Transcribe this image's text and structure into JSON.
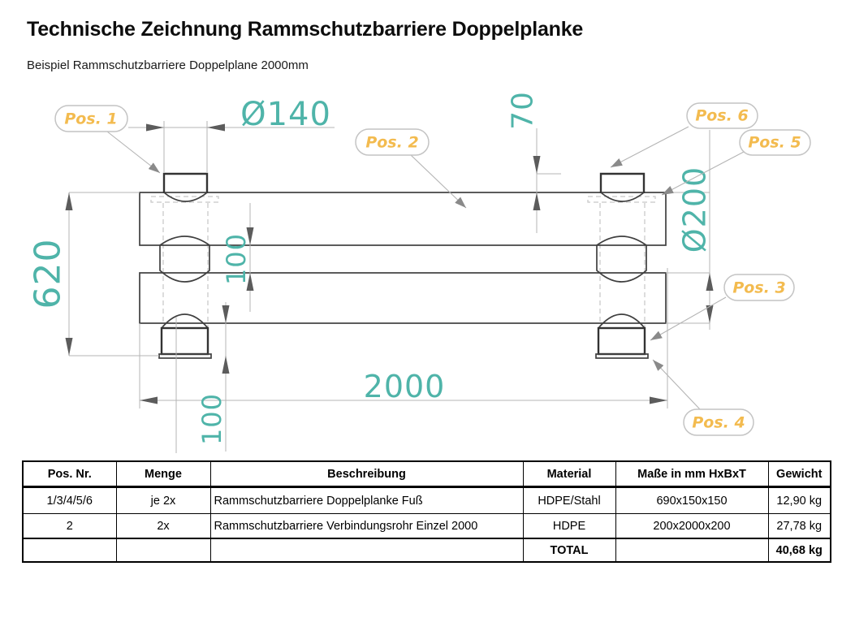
{
  "page": {
    "title": "Technische Zeichnung Rammschutzbarriere Doppelplanke",
    "subtitle": "Beispiel Rammschutzbarriere Doppelplane 2000mm"
  },
  "drawing": {
    "colors": {
      "dimension_text": "#4FB4A9",
      "position_label": "#F3BB4F",
      "outline": "#3F3F3F",
      "dimension_line": "#B4B4B4"
    },
    "dims": {
      "cap_diameter": "Ø140",
      "cap_height": "70",
      "overall_height": "620",
      "plank_gap": "100",
      "foot_height": "100",
      "length": "2000",
      "tube_diameter": "Ø200"
    },
    "positions": {
      "p1": "Pos. 1",
      "p2": "Pos. 2",
      "p3": "Pos. 3",
      "p4": "Pos. 4",
      "p5": "Pos. 5",
      "p6": "Pos. 6"
    }
  },
  "table": {
    "headers": [
      "Pos. Nr.",
      "Menge",
      "Beschreibung",
      "Material",
      "Maße in mm HxBxT",
      "Gewicht"
    ],
    "rows": [
      [
        "1/3/4/5/6",
        "je 2x",
        "Rammschutzbarriere Doppelplanke Fuß",
        "HDPE/Stahl",
        "690x150x150",
        "12,90 kg"
      ],
      [
        "2",
        "2x",
        "Rammschutzbarriere Verbindungsrohr Einzel 2000",
        "HDPE",
        "200x2000x200",
        "27,78 kg"
      ],
      [
        "",
        "",
        "",
        "TOTAL",
        "",
        "40,68 kg"
      ]
    ]
  }
}
